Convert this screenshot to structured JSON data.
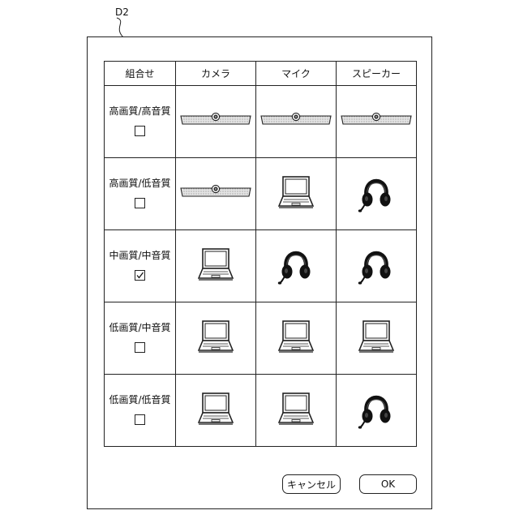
{
  "figure": {
    "ref_label": "D2"
  },
  "table": {
    "headers": [
      "組合せ",
      "カメラ",
      "マイク",
      "スピーカー"
    ],
    "rows": [
      {
        "label": "高画質/高音質",
        "checked": false,
        "devices": [
          "camera-bar",
          "camera-bar",
          "camera-bar"
        ]
      },
      {
        "label": "高画質/低音質",
        "checked": false,
        "devices": [
          "camera-bar",
          "laptop",
          "headset"
        ]
      },
      {
        "label": "中画質/中音質",
        "checked": true,
        "devices": [
          "laptop",
          "headset",
          "headset"
        ]
      },
      {
        "label": "低画質/中音質",
        "checked": false,
        "devices": [
          "laptop",
          "laptop",
          "laptop"
        ]
      },
      {
        "label": "低画質/低音質",
        "checked": false,
        "devices": [
          "laptop",
          "laptop",
          "headset"
        ]
      }
    ]
  },
  "buttons": {
    "cancel_label": "キャンセル",
    "ok_label": "OK"
  }
}
